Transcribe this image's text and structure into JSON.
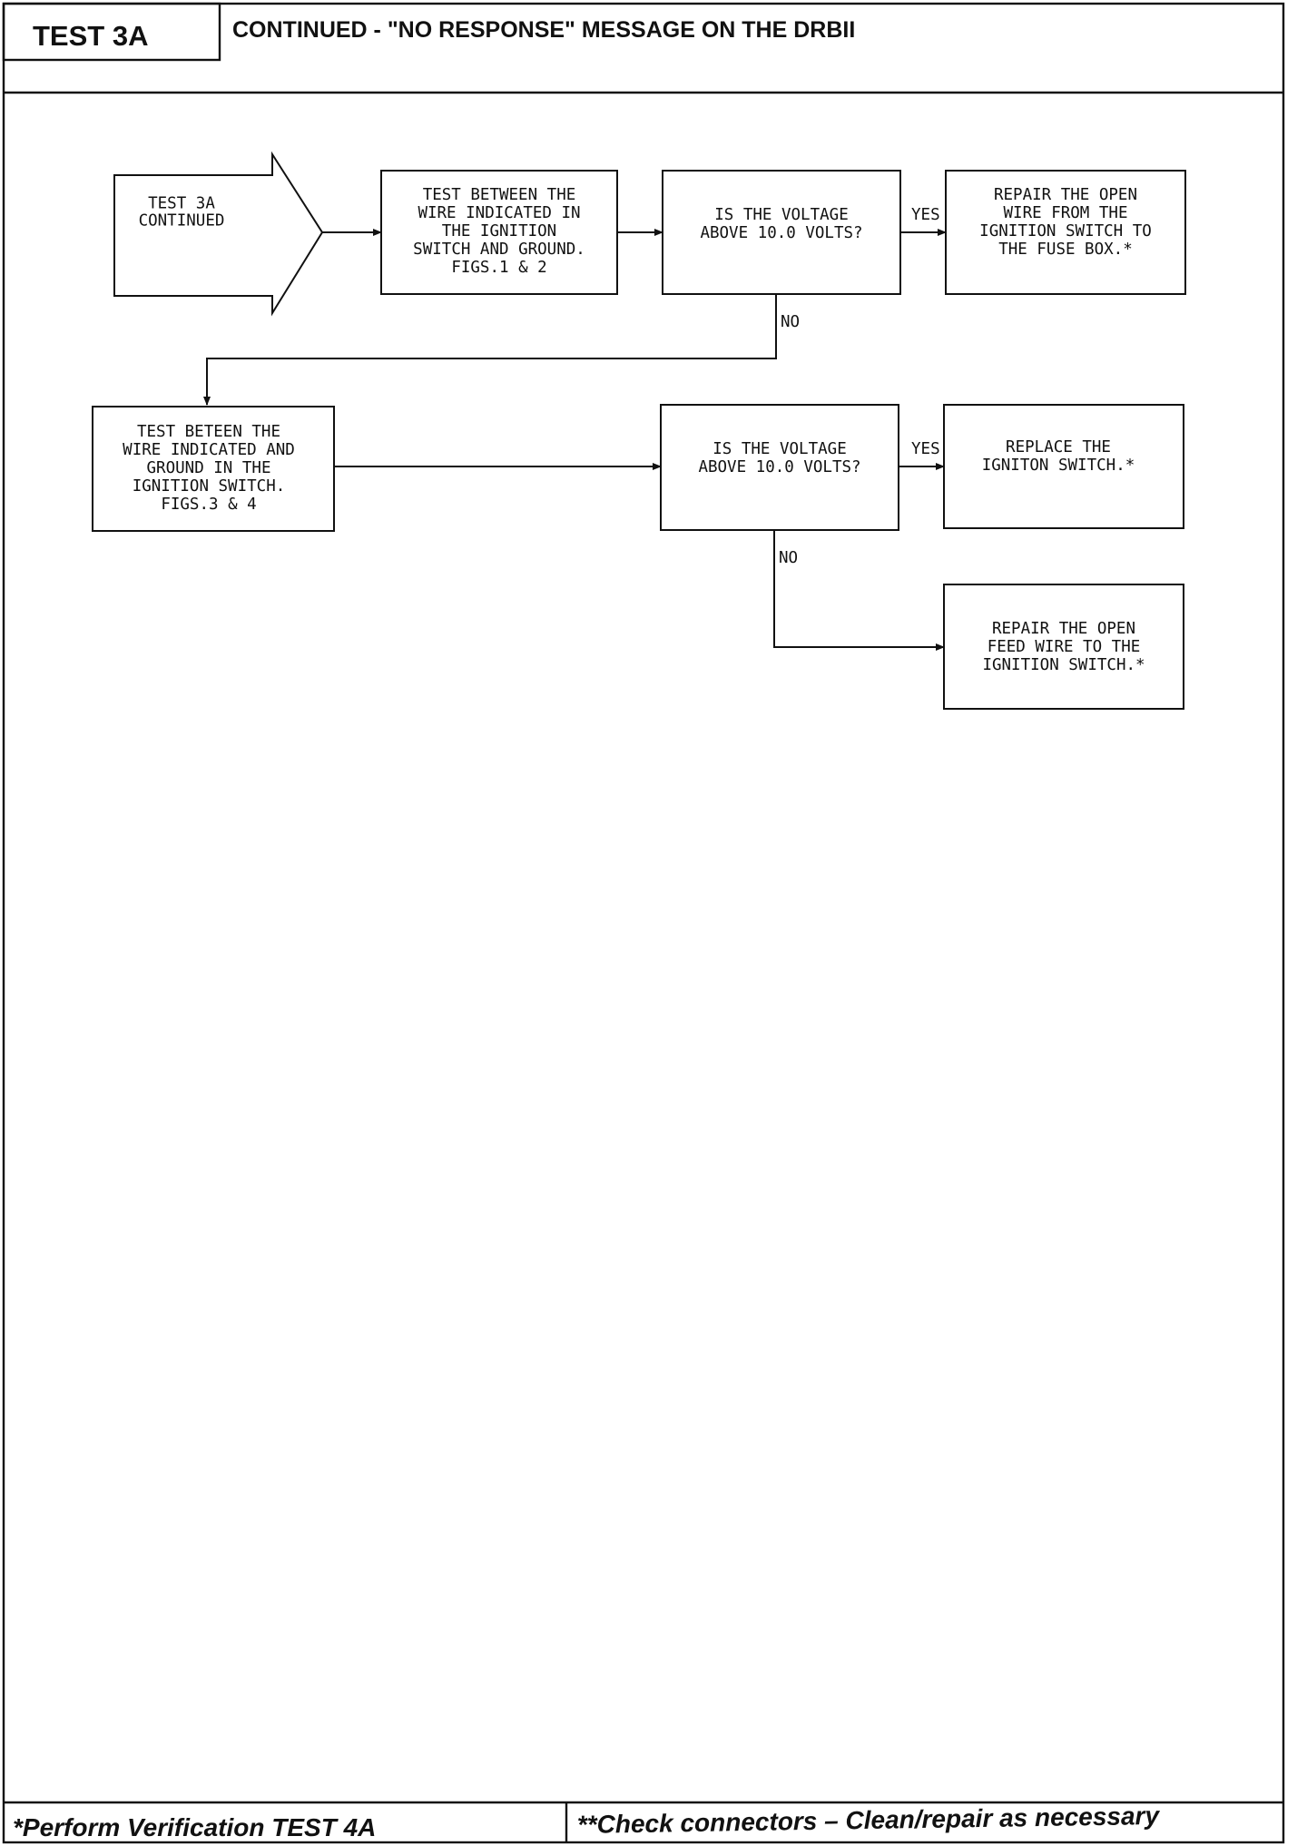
{
  "header": {
    "test_label": "TEST 3A",
    "title": "CONTINUED - \"NO RESPONSE\" MESSAGE ON THE DRBII"
  },
  "flowchart": {
    "start": [
      "TEST 3A",
      "CONTINUED"
    ],
    "step1": [
      "TEST BETWEEN THE",
      "WIRE INDICATED IN",
      "THE IGNITION",
      "SWITCH AND GROUND.",
      "FIGS.1 & 2"
    ],
    "question1": [
      "IS THE VOLTAGE",
      "ABOVE 10.0 VOLTS?"
    ],
    "result1_yes": [
      "REPAIR THE OPEN",
      "WIRE FROM THE",
      "IGNITION SWITCH TO",
      "THE FUSE BOX.*"
    ],
    "step2": [
      "TEST BETEEN THE",
      "WIRE INDICATED AND",
      "GROUND IN THE",
      "IGNITION SWITCH.",
      "FIGS.3 & 4"
    ],
    "question2": [
      "IS THE VOLTAGE",
      "ABOVE 10.0 VOLTS?"
    ],
    "result2_yes": [
      "REPLACE THE",
      "IGNITON SWITCH.*"
    ],
    "result2_no": [
      "REPAIR THE OPEN",
      "FEED WIRE TO THE",
      "IGNITION SWITCH.*"
    ],
    "yes_label": "YES",
    "no_label": "NO"
  },
  "footer": {
    "left": "*Perform Verification TEST 4A",
    "right": "**Check connectors – Clean/repair as necessary"
  }
}
